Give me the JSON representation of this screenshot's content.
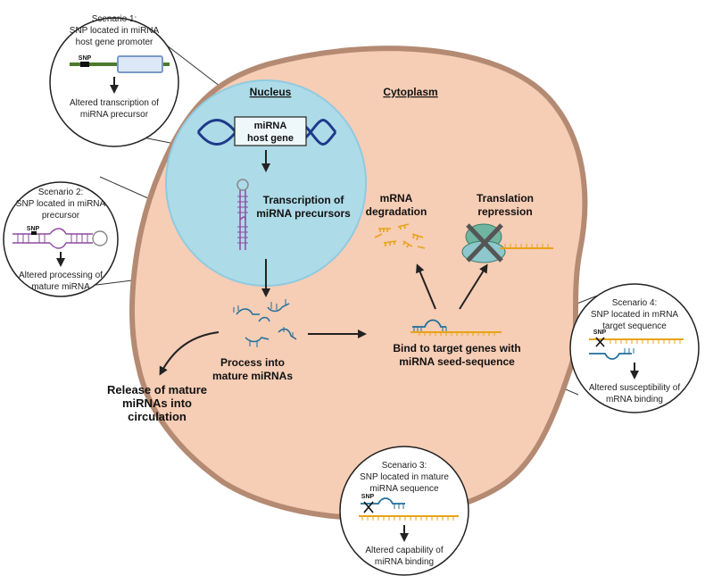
{
  "colors": {
    "cell_fill": "#f6cdb5",
    "cell_border": "#b48a73",
    "nucleus_fill": "#aedbe8",
    "nucleus_border": "#8fcbe0",
    "dna_blue": "#1e3a8a",
    "precursor": "#8e4aa0",
    "mature": "#1f6f9a",
    "mrna": "#e8a317",
    "gene_green": "#4a7a2a"
  },
  "compartments": {
    "nucleus": "Nucleus",
    "cytoplasm": "Cytoplasm"
  },
  "host_gene": {
    "line1": "miRNA",
    "line2": "host gene"
  },
  "steps": {
    "transcription": [
      "Transcription of",
      "miRNA precursors"
    ],
    "process": [
      "Process into",
      "mature miRNAs"
    ],
    "release": [
      "Release of mature",
      "miRNAs into",
      "circulation"
    ],
    "bind": [
      "Bind to target genes with",
      "miRNA seed-sequence"
    ],
    "degradation": [
      "mRNA",
      "degradation"
    ],
    "repression": [
      "Translation",
      "repression"
    ]
  },
  "scenarios": {
    "s1": {
      "title": [
        "Scenario 1:",
        "SNP located in miRNA",
        "host gene promoter"
      ],
      "snp": "SNP",
      "result": [
        "Altered transcription of",
        "miRNA precursor"
      ]
    },
    "s2": {
      "title": [
        "Scenario 2:",
        "SNP located in miRNA",
        "precursor"
      ],
      "snp": "SNP",
      "result": [
        "Altered processing of",
        "mature miRNA"
      ]
    },
    "s3": {
      "title": [
        "Scenario 3:",
        "SNP located in mature",
        "miRNA sequence"
      ],
      "snp": "SNP",
      "result": [
        "Altered capability of",
        "miRNA binding"
      ]
    },
    "s4": {
      "title": [
        "Scenario 4:",
        "SNP located in mRNA",
        "target sequence"
      ],
      "snp": "SNP",
      "result": [
        "Altered susceptibility of",
        "mRNA binding"
      ]
    }
  }
}
